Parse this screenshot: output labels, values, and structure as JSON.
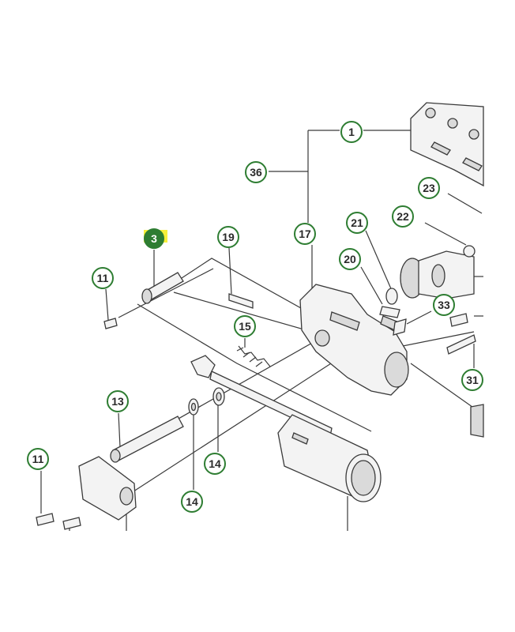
{
  "diagram": {
    "colors": {
      "callout_ring": "#2e7d32",
      "callout_text": "#2a2a2a",
      "highlight_fill": "#2e7d32",
      "highlight_text": "#ffffff",
      "highlight_marker": "#f7ef3a",
      "line": "#3a3a3a"
    },
    "callouts": [
      {
        "id": "c1",
        "label": "1"
      },
      {
        "id": "c36",
        "label": "36"
      },
      {
        "id": "c23",
        "label": "23"
      },
      {
        "id": "c22",
        "label": "22"
      },
      {
        "id": "c21",
        "label": "21"
      },
      {
        "id": "c17",
        "label": "17"
      },
      {
        "id": "c19",
        "label": "19"
      },
      {
        "id": "c3",
        "label": "3",
        "highlighted": true
      },
      {
        "id": "c20",
        "label": "20"
      },
      {
        "id": "c11a",
        "label": "11"
      },
      {
        "id": "c33",
        "label": "33"
      },
      {
        "id": "c15",
        "label": "15"
      },
      {
        "id": "c31",
        "label": "31"
      },
      {
        "id": "c13",
        "label": "13"
      },
      {
        "id": "c11b",
        "label": "11"
      },
      {
        "id": "c14a",
        "label": "14"
      },
      {
        "id": "c14b",
        "label": "14"
      }
    ]
  }
}
